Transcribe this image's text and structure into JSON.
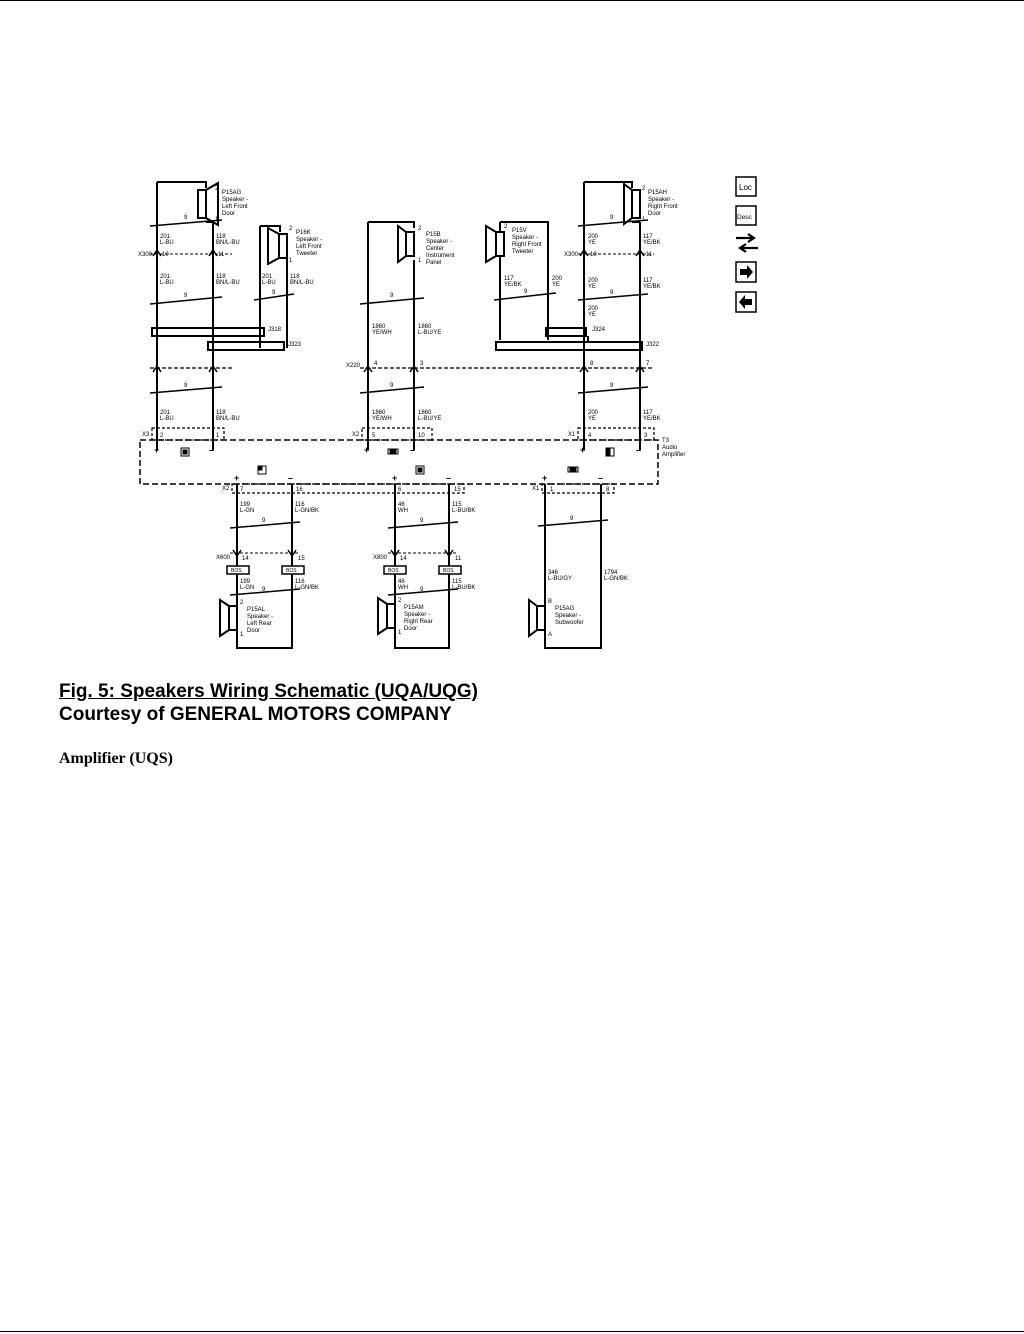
{
  "caption": {
    "title": "Fig. 5: Speakers Wiring Schematic (UQA/UQG)",
    "credit": "Courtesy of GENERAL MOTORS COMPANY"
  },
  "section_heading": "Amplifier (UQS)",
  "toolbar": {
    "loc_label": "Loc",
    "desc_label": "Desc"
  },
  "schematic": {
    "speakers": {
      "lf_door": [
        "P15AG",
        "Speaker -",
        "Left Front",
        "Door"
      ],
      "lf_tweeter": [
        "P16K",
        "Speaker -",
        "Left Front",
        "Tweeter"
      ],
      "center": [
        "P15B",
        "Speaker -",
        "Center",
        "Instrument",
        "Panel"
      ],
      "rf_tweeter": [
        "P15V",
        "Speaker -",
        "Right Front",
        "Tweeter"
      ],
      "rf_door": [
        "P15AH",
        "Speaker -",
        "Right Front",
        "Door"
      ],
      "lr_door": [
        "P15AL",
        "Speaker -",
        "Left Rear",
        "Door"
      ],
      "rr_door": [
        "P15AM",
        "Speaker -",
        "Right Rear",
        "Door"
      ],
      "sub": [
        "P15AG",
        "Speaker -",
        "Subwoofer"
      ]
    },
    "connectors": {
      "x300_left": "X300",
      "x300_right": "X300",
      "j318": "J318",
      "j323": "J323",
      "j324": "J324",
      "j322": "J322",
      "x220": "X220",
      "x3_left": "X3",
      "x2_mid": "X2",
      "x1_right": "X1",
      "x2_bottom": "X2",
      "x1_bottom": "X1",
      "x600_left": "X600",
      "x800_mid": "X800"
    },
    "amplifier": [
      "T3",
      "Audio",
      "Amplifier"
    ],
    "wires": {
      "lf_top_a": [
        "201",
        "L-BU"
      ],
      "lf_top_b": [
        "118",
        "BN/L-BU"
      ],
      "lf_mid_a": [
        "201",
        "L-BU"
      ],
      "lf_mid_b": [
        "118",
        "BN/L-BU"
      ],
      "tw_a": [
        "201",
        "L-BU"
      ],
      "tw_b": [
        "118",
        "BN/L-BU"
      ],
      "lf_low_a": [
        "201",
        "L-BU"
      ],
      "lf_low_b": [
        "118",
        "BN/L-BU"
      ],
      "ctr_a": [
        "1860",
        "YE/WH"
      ],
      "ctr_b": [
        "1860",
        "L-BU/YE"
      ],
      "ctr_low_a": [
        "1860",
        "YE/WH"
      ],
      "ctr_low_b": [
        "1860",
        "L-BU/YE"
      ],
      "rtw_a": [
        "117",
        "YE/BK"
      ],
      "rtw_b": [
        "200",
        "YE"
      ],
      "rf_top_a": [
        "200",
        "YE"
      ],
      "rf_top_b": [
        "117",
        "YE/BK"
      ],
      "rf_mid_a": [
        "200",
        "YE"
      ],
      "rf_mid_b": [
        "117",
        "YE/BK"
      ],
      "rf_j": [
        "200",
        "YE"
      ],
      "rf_low_a": [
        "200",
        "YE"
      ],
      "rf_low_b": [
        "117",
        "YE/BK"
      ],
      "lr_a": [
        "199",
        "L-GN"
      ],
      "lr_b": [
        "116",
        "L-GN/BK"
      ],
      "lr_low_a": [
        "199",
        "L-GN"
      ],
      "lr_low_b": [
        "116",
        "L-GN/BK"
      ],
      "rr_a": [
        "46",
        "WH"
      ],
      "rr_b": [
        "115",
        "L-BU/BK"
      ],
      "rr_low_a": [
        "46",
        "WH"
      ],
      "rr_low_b": [
        "115",
        "L-BU/BK"
      ],
      "sub_a": [
        "346",
        "L-BU/GY"
      ],
      "sub_b": [
        "1794",
        "L-GN/BK"
      ]
    },
    "pins": {
      "one": "1",
      "two": "2",
      "three": "3",
      "four": "4",
      "five": "5",
      "six": "6",
      "seven": "7",
      "eight": "8",
      "nine": "9",
      "ten": "10",
      "eleven": "11",
      "fourteen": "14",
      "fifteen": "15",
      "sixteen": "16"
    },
    "twist": "9",
    "plus": "+",
    "minus": "–",
    "boxes": {
      "lr_box_a": "BOS",
      "lr_box_b": "BOS",
      "rr_box_a": "BOS",
      "rr_box_b": "BOS"
    },
    "terminals": {
      "b": "B",
      "a": "A"
    }
  }
}
